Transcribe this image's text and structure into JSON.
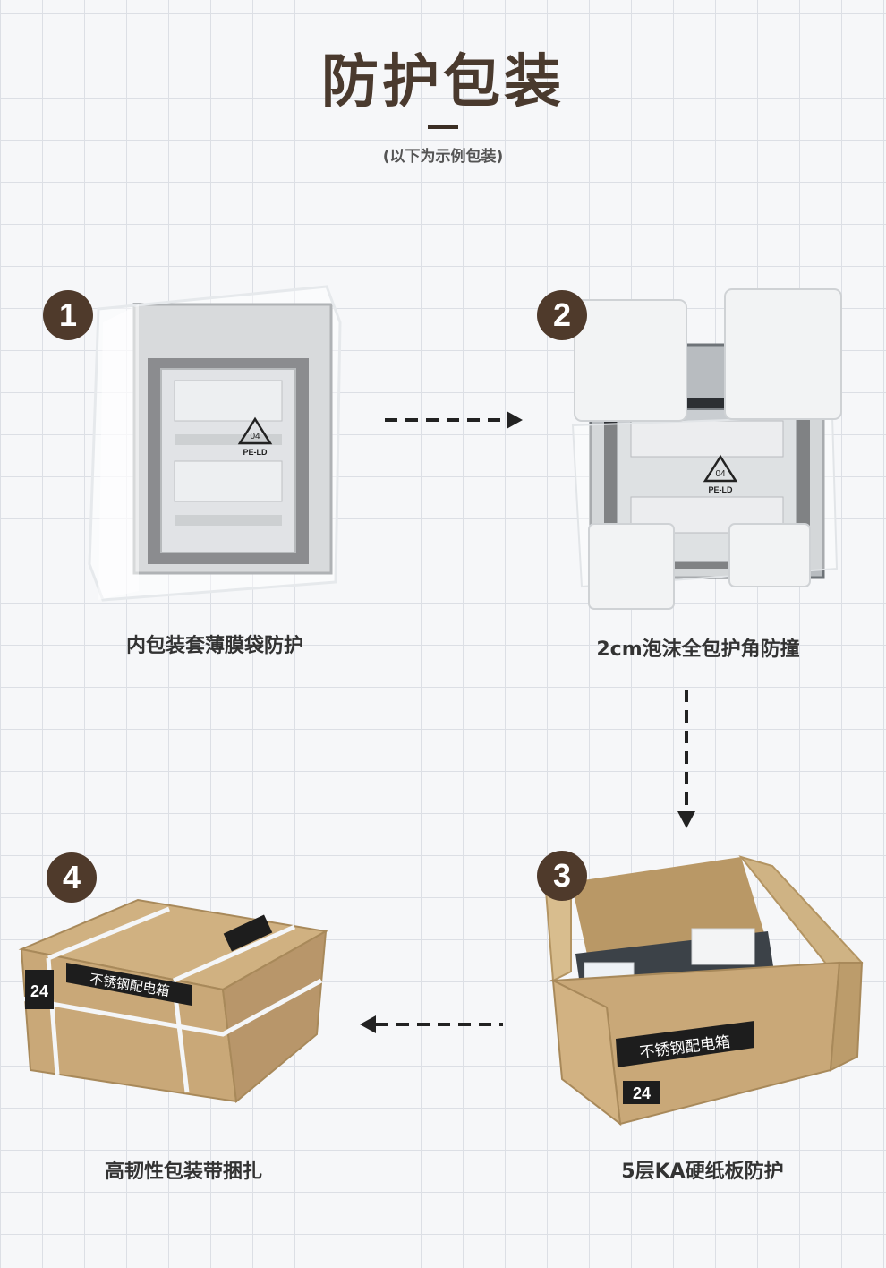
{
  "header": {
    "title": "防护包装",
    "subtitle": "(以下为示例包装)"
  },
  "steps": [
    {
      "number": "1",
      "caption": "内包装套薄膜袋防护",
      "recycle_code": "04",
      "recycle_label": "PE-LD"
    },
    {
      "number": "2",
      "caption": "2cm泡沫全包护角防撞",
      "recycle_code": "04",
      "recycle_label": "PE-LD"
    },
    {
      "number": "3",
      "caption": "5层KA硬纸板防护",
      "box_label": "不锈钢配电箱",
      "box_size": "24"
    },
    {
      "number": "4",
      "caption": "高韧性包装带捆扎",
      "box_label": "不锈钢配电箱",
      "box_size": "24"
    }
  ],
  "colors": {
    "badge": "#4f3a2b",
    "title": "#4a3a2e",
    "cardboard": "#c9a878",
    "foam": "#f2f3f4"
  }
}
